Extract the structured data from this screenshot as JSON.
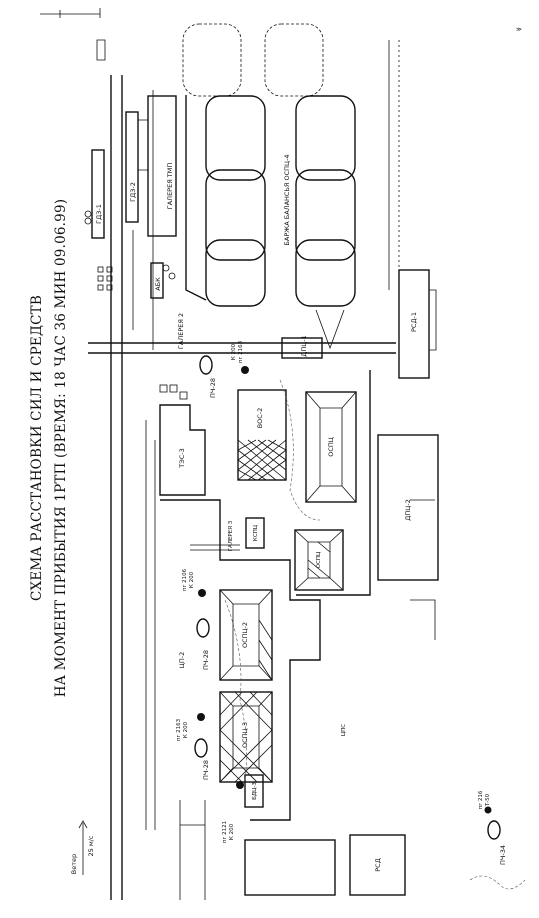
{
  "title": {
    "line1": "СХЕМА РАССТАНОВКИ СИЛ И СРЕДСТВ",
    "line2": "НА МОМЕНТ ПРИБЫТИЯ 1РТП (ВРЕМЯ: 18 ЧАС 36 МИН 09.06.99)"
  },
  "wind": {
    "speed": "25 м/с",
    "label": "Ветер"
  },
  "buildings": {
    "gdz1": "ГДЗ-1",
    "gdz2": "ГДЗ-2",
    "gallery_tmp": "ГАЛЕРЕЯ ТМП",
    "abk": "АБК",
    "barge": "БАРЖА БАЛАНСЬЯ ОСПЦ-4",
    "gallery2": "ГАЛЕРЕЯ 2",
    "dpts1": "ДПЦ-1",
    "rsd1": "РСД-1",
    "tes3": "ТЭС-3",
    "vos2": "ВОС-2",
    "ospts_mid": "ОСПЦ",
    "gallery3": "ГАЛЕРЕЯ 3",
    "kspts": "КСПЦ",
    "ospts": "ОСПЦ",
    "dpts2": "ДПЦ-2",
    "ospts2": "ОСПЦ-2",
    "tsp2": "ЦП-2",
    "ospts3": "ОСПЦ-3",
    "sklad": "ЦПС",
    "bdts3": "БДЦ-3",
    "rsd": "РСД"
  },
  "units": {
    "pch28_top": "ПЧ-28",
    "pch28_mid": "ПЧ-28",
    "pch28_low": "ПЧ-28",
    "pch34": "ПЧ-34",
    "pg2163_top": "пг 2163",
    "k200_top": "К 200",
    "pg2106": "пг 2106",
    "k200_mid": "К 200",
    "pg2163": "пг 2163",
    "k200_low": "К 200",
    "pg2121": "пг 2121",
    "k200_bot": "К 200",
    "pg216": "пг 216",
    "t_50": "Т-50"
  }
}
